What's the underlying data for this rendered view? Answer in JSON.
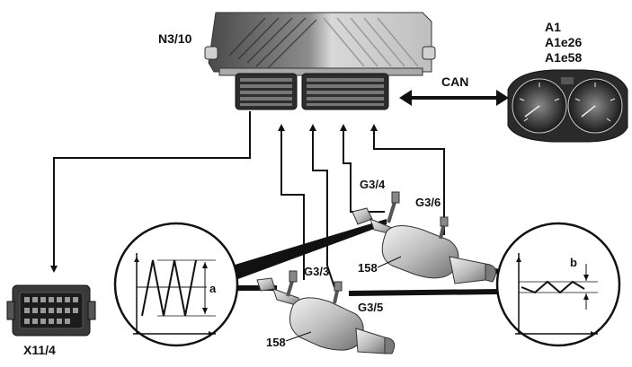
{
  "labels": {
    "ecu": "N3/10",
    "cluster": [
      "A1",
      "A1e26",
      "A1e58"
    ],
    "can": "CAN",
    "connector": "X11/4",
    "sensor_g33": "G3/3",
    "sensor_g34": "G3/4",
    "sensor_g35": "G3/5",
    "sensor_g36": "G3/6",
    "cat_front": "158",
    "cat_rear": "158",
    "amp_a": "a",
    "amp_b": "b"
  },
  "colors": {
    "line": "#111111",
    "metal_light": "#d9d9d9",
    "metal_dark": "#6b6b6b",
    "ecu_body": "#c9c9c9",
    "background": "#ffffff"
  },
  "icons": [
    "ecu-icon",
    "instrument-cluster-icon",
    "connector-icon",
    "catalytic-converter-icon",
    "o2-sensor-icon"
  ]
}
